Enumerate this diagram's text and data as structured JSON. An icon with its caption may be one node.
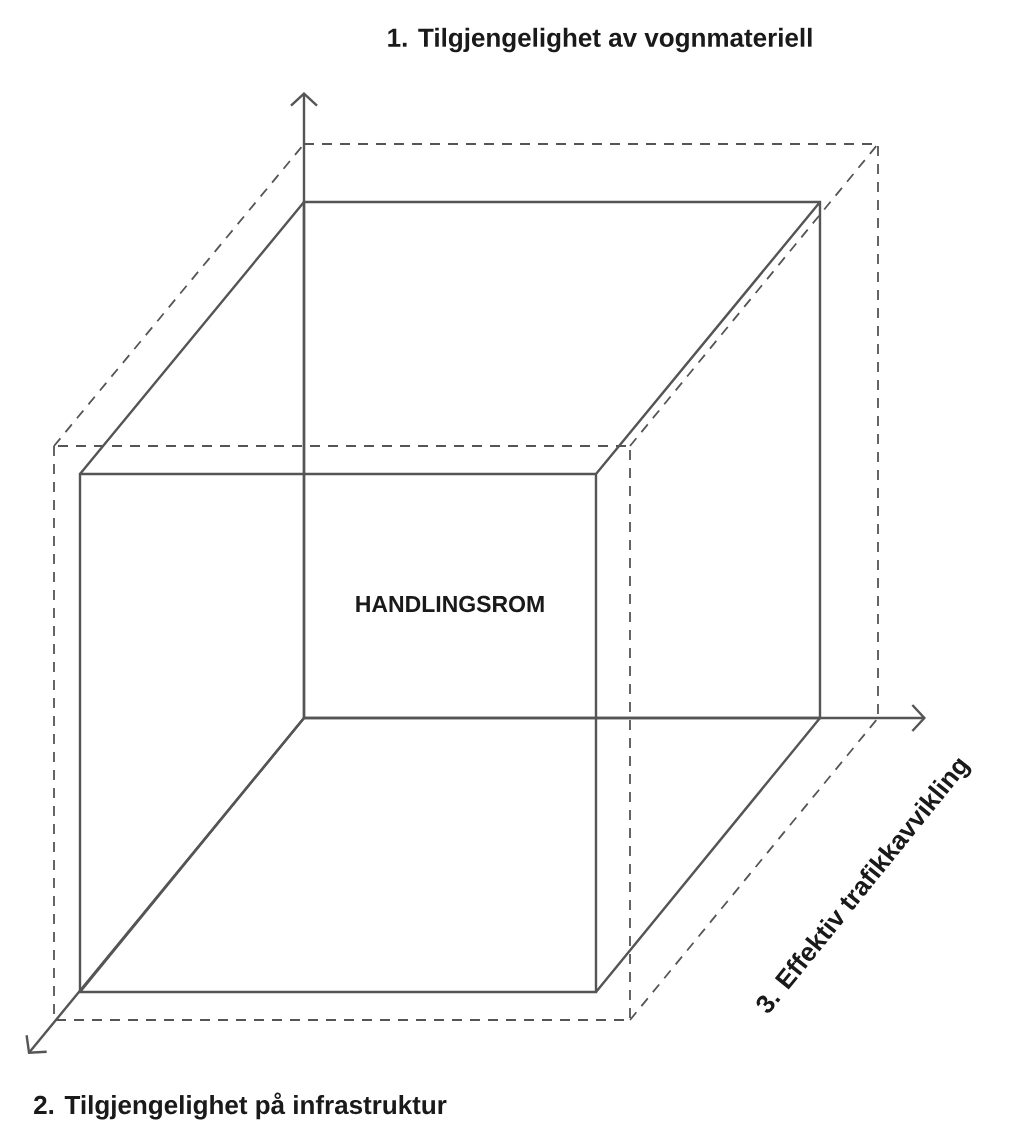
{
  "diagram": {
    "labels": [
      "1. Tilgjengelighet av vognmateriell",
      "HANDLINGSROM",
      "3. Effektiv trafikkavvikling",
      "2. Tilgjengelighet på infrastruktur"
    ]
  }
}
